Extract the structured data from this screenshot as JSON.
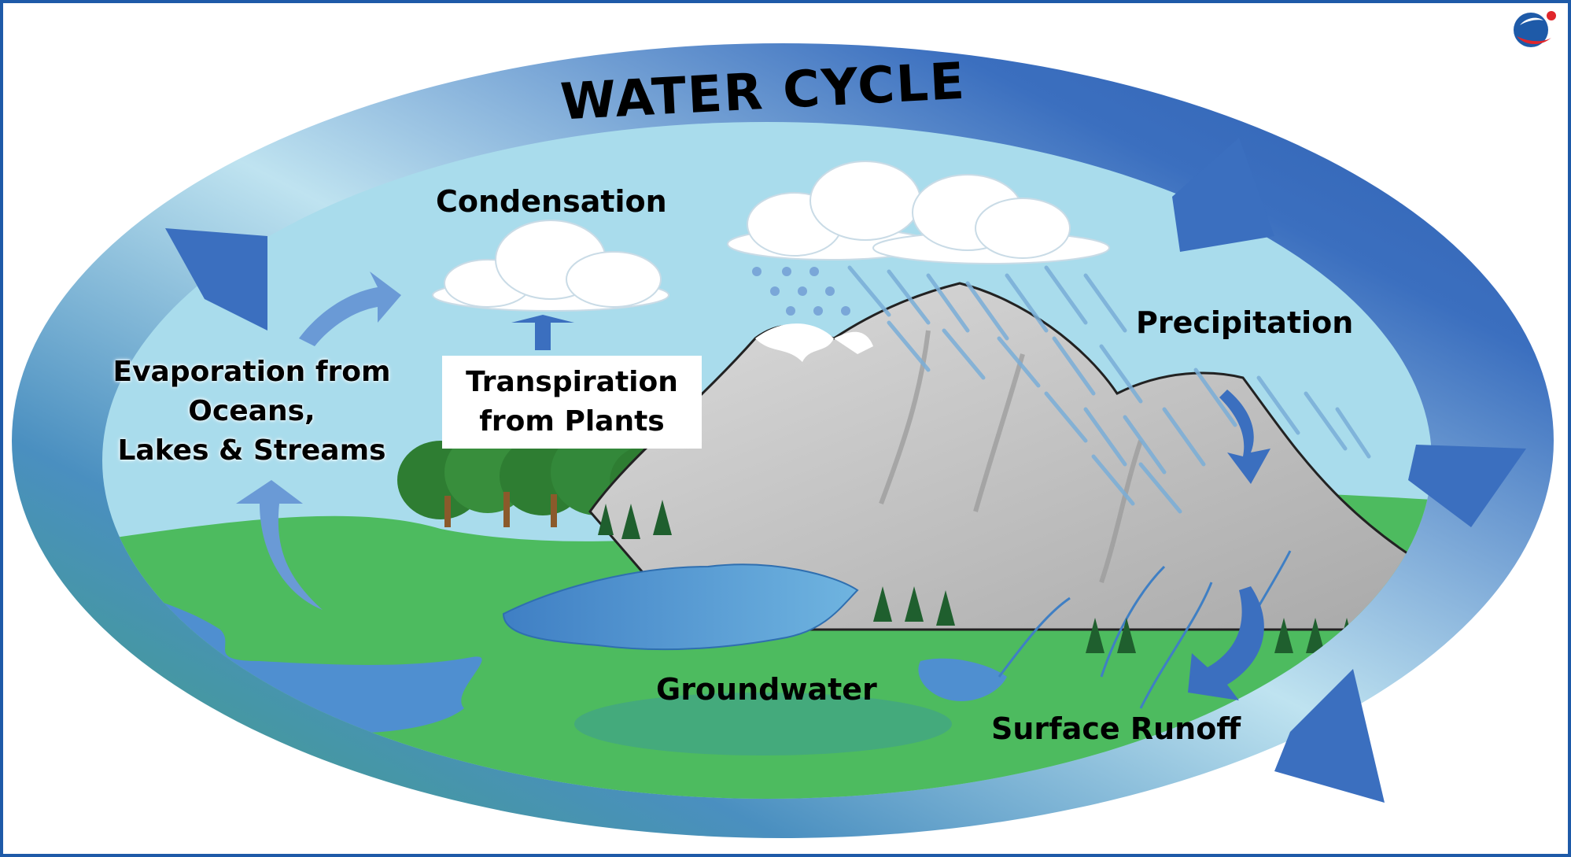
{
  "diagram": {
    "title": "WATER CYCLE",
    "labels": {
      "condensation": "Condensation",
      "precipitation": "Precipitation",
      "evaporation": [
        "Evaporation from",
        "Oceans,",
        "Lakes & Streams"
      ],
      "transpiration": [
        "Transpiration",
        "from Plants"
      ],
      "groundwater": "Groundwater",
      "surface_runoff": "Surface Runoff"
    },
    "colors": {
      "sky": "#a9dcec",
      "ground": "#4dbb5f",
      "water": "#4f8fd0",
      "arrow": "#3b6fbf",
      "mountain": "#c8c8c8",
      "frame": "#1e5aa8"
    },
    "icons": [
      "cloud-icon",
      "snowflake-icon",
      "rain-icon",
      "tree-icon",
      "mountain-icon",
      "arrow-icon",
      "logo-icon"
    ]
  }
}
